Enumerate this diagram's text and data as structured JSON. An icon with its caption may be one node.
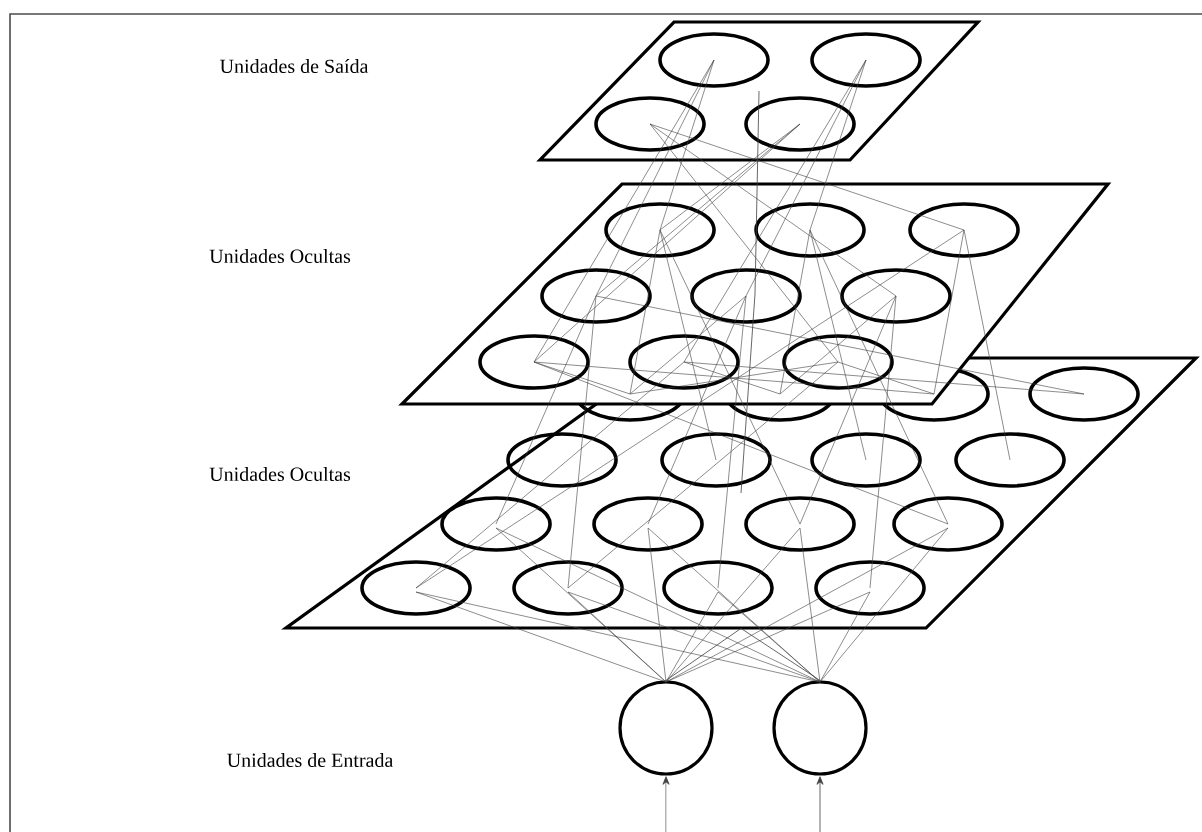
{
  "diagram": {
    "nodes": [
      {
        "text": [],
        "shape": "box"
      },
      {
        "text": [],
        "shape": "box"
      },
      {
        "text": [],
        "shape": "box"
      },
      {
        "text": [],
        "shape": "circle"
      },
      {
        "text": [],
        "shape": "circle"
      }
    ],
    "edges": [
      {
        "from": null,
        "to": 3,
        "arrow": "to"
      },
      {
        "from": null,
        "to": 4,
        "arrow": "to"
      },
      {
        "from": 3,
        "to": 2,
        "arrow": "none"
      },
      {
        "from": 4,
        "to": 2,
        "arrow": "none"
      },
      {
        "from": 2,
        "to": 1,
        "arrow": "none"
      },
      {
        "from": 1,
        "to": 0,
        "arrow": "none"
      }
    ],
    "labels": [
      "Unidades de Saída",
      "Unidades Ocultas",
      "Unidades Ocultas",
      "Unidades de Entrada"
    ]
  }
}
